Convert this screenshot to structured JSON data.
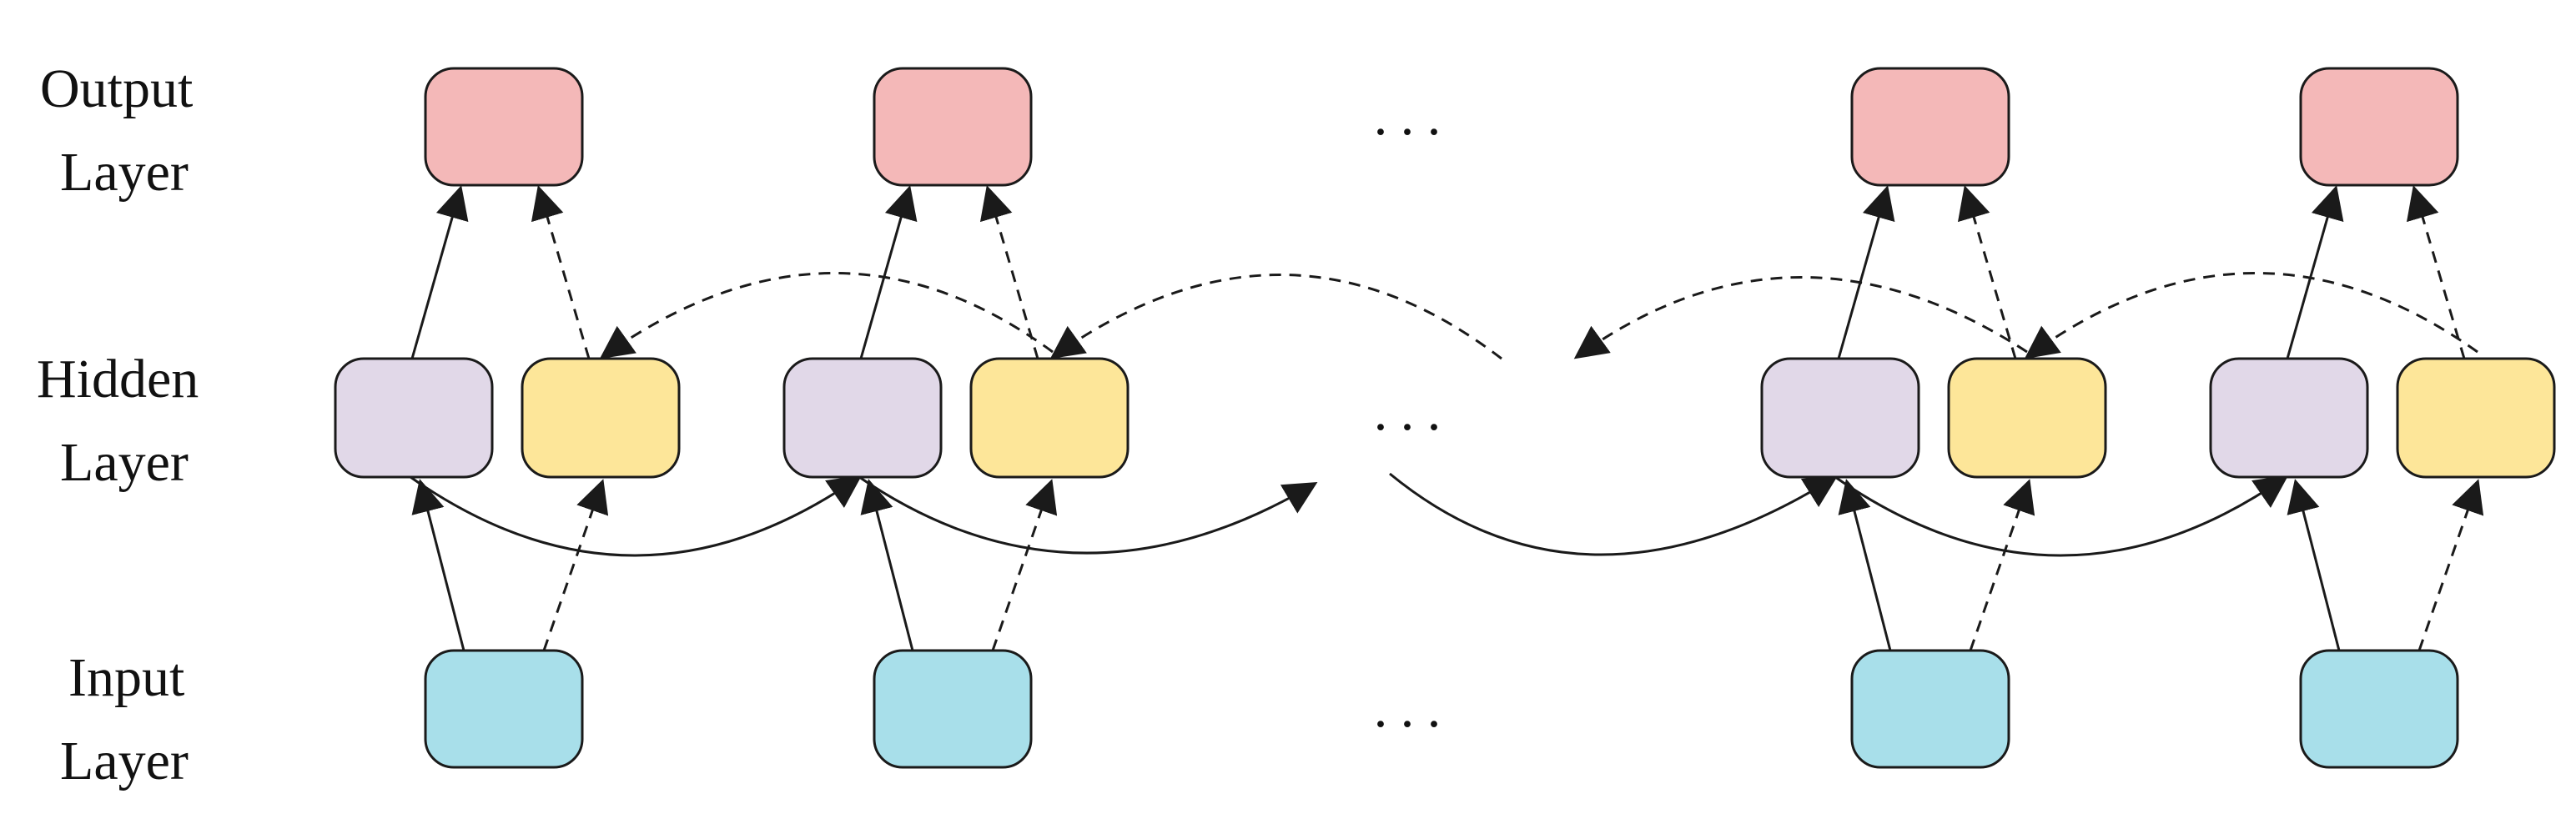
{
  "labels": {
    "output_line1": "Output",
    "output_line2": "Layer",
    "hidden_line1": "Hidden",
    "hidden_line2": "Layer",
    "input_line1": "Input",
    "input_line2": "Layer"
  },
  "ellipsis": "···",
  "colors": {
    "output_node": "#f4b8b8",
    "hidden_forward_node": "#e1d8e8",
    "hidden_backward_node": "#fde699",
    "input_node": "#a8dfea",
    "stroke": "#1a1a1a"
  }
}
